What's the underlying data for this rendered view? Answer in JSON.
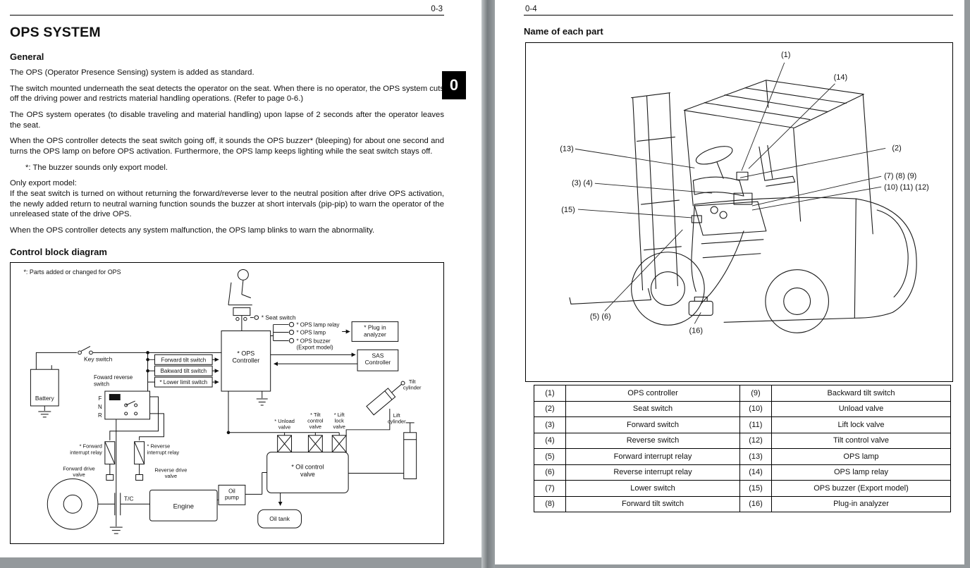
{
  "colors": {
    "page_bg": "#ffffff",
    "tab_bg": "#000000",
    "gutter": "#8f9497"
  },
  "left": {
    "page_number": "0-3",
    "title": "OPS SYSTEM",
    "section_general": "General",
    "paragraphs": [
      "The OPS (Operator Presence Sensing) system is added as standard.",
      "The switch mounted underneath the seat detects the operator on the seat. When there is no operator, the OPS system cuts off the driving power and restricts material handling operations. (Refer to page 0-6.)",
      "The OPS system operates (to disable traveling and material handling) upon lapse of 2 seconds after the operator leaves the seat.",
      "When the OPS controller detects the seat switch going off, it sounds the OPS buzzer* (bleeping) for about one second and turns the OPS lamp on before OPS activation. Furthermore, the OPS lamp keeps lighting while the seat switch stays off."
    ],
    "footnote": "*: The buzzer sounds only export model.",
    "export_label": "Only export model:",
    "export_body": "If the seat switch is turned on without returning the forward/reverse lever to the neutral position after drive OPS activation, the newly added return to neutral warning function sounds the buzzer at short intervals (pip-pip) to warn the operator of the unreleased state of the drive OPS.",
    "closing": "When the OPS controller detects any system malfunction, the OPS lamp blinks to warn the abnormality.",
    "section_diagram": "Control block diagram",
    "tab_label": "0",
    "diagram": {
      "note": "*:  Parts added or changed for OPS",
      "seat_switch": "* Seat switch",
      "ops_lamp_relay": "* OPS lamp relay",
      "ops_lamp": "* OPS lamp",
      "ops_buzzer": "* OPS buzzer\n(Export model)",
      "plug_in_analyzer": "* Plug in\nanalyzer",
      "sas_controller": "SAS\nController",
      "key_switch": "Key switch",
      "battery": "Battery",
      "forward_tilt_switch": "Forward tilt switch",
      "bakward_tilt_switch": "Bakward tilt switch",
      "lower_limit_switch": "* Lower limit switch",
      "ops_controller": "* OPS\nController",
      "foward_reverse_switch": "Foward reverse\nswitch",
      "f": "F",
      "n": "N",
      "r": "R",
      "tilt_cylinder": "Tilt\ncylinder",
      "lift_cylinder": "Lift\ncylinder",
      "unload_valve": "* Unload\nvalve",
      "tilt_control_valve": "* Tilt\ncontrol\nvalve",
      "lift_lock_valve": "* Lift\nlock\nvalve",
      "forward_interrupt_relay": "* Forward\ninterrupt relay",
      "reverse_interrupt_relay": "* Reverse\ninterrupt relay",
      "forward_drive_valve": "Forward drive\nvalve",
      "reverse_drive_valve": "Reverse drive\nvalve",
      "tc": "T/C",
      "engine": "Engine",
      "oil_pump": "Oil\npump",
      "oil_control_valve": "* Oil control\nvalve",
      "oil_tank": "Oil tank"
    }
  },
  "right": {
    "page_number": "0-4",
    "title": "Name of each part",
    "callouts": [
      "(1)",
      "(14)",
      "(13)",
      "(2)",
      "(3) (4)",
      "(7) (8) (9)",
      "(10) (11) (12)",
      "(15)",
      "(5) (6)",
      "(16)"
    ],
    "table": {
      "rows": [
        [
          "(1)",
          "OPS controller",
          "(9)",
          "Backward tilt switch"
        ],
        [
          "(2)",
          "Seat switch",
          "(10)",
          "Unload valve"
        ],
        [
          "(3)",
          "Forward switch",
          "(11)",
          "Lift lock valve"
        ],
        [
          "(4)",
          "Reverse switch",
          "(12)",
          "Tilt control valve"
        ],
        [
          "(5)",
          "Forward interrupt relay",
          "(13)",
          "OPS lamp"
        ],
        [
          "(6)",
          "Reverse interrupt relay",
          "(14)",
          "OPS lamp relay"
        ],
        [
          "(7)",
          "Lower switch",
          "(15)",
          "OPS buzzer (Export model)"
        ],
        [
          "(8)",
          "Forward tilt switch",
          "(16)",
          "Plug-in analyzer"
        ]
      ]
    }
  }
}
